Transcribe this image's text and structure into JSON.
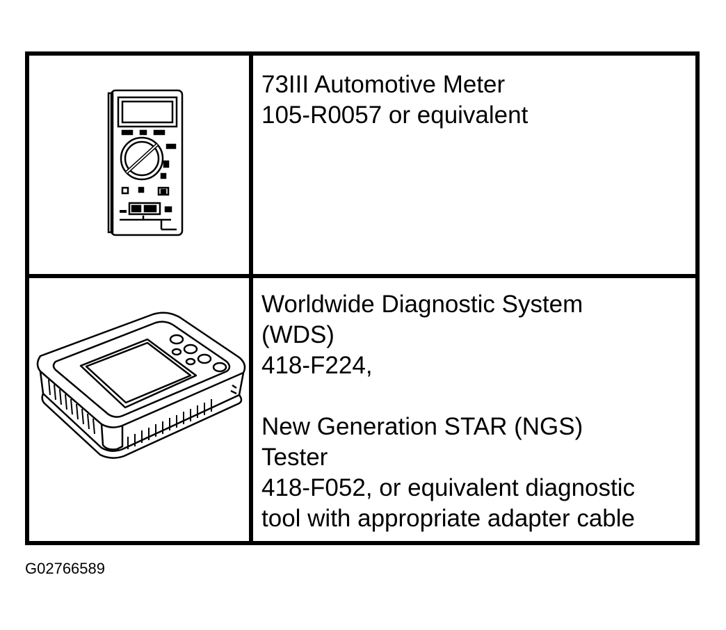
{
  "tools": [
    {
      "icon": "multimeter-icon",
      "lines": [
        "73III Automotive Meter",
        "105-R0057 or equivalent"
      ]
    },
    {
      "icon": "diagnostic-tester-icon",
      "lines_a": [
        "Worldwide Diagnostic System",
        "(WDS)",
        "418-F224,"
      ],
      "lines_b": [
        "New Generation STAR (NGS)",
        "Tester",
        "418-F052, or equivalent diagnostic",
        "tool with appropriate adapter cable"
      ]
    }
  ],
  "figure_code": "G02766589"
}
